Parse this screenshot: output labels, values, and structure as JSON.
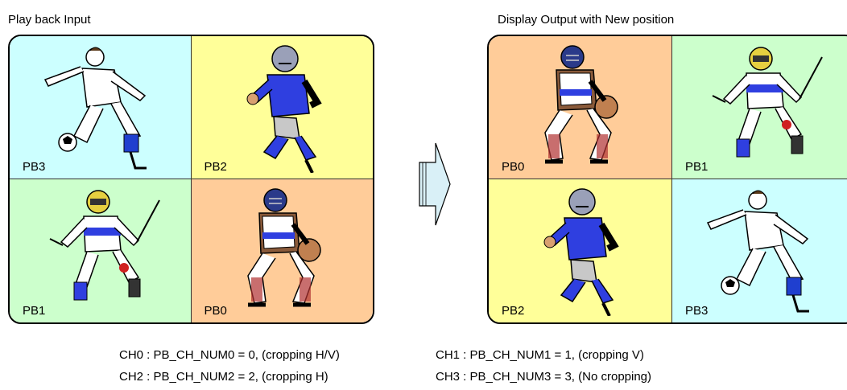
{
  "titles": {
    "left": "Play back Input",
    "right": "Display Output with New position"
  },
  "left_panel": {
    "cells": [
      {
        "label": "PB3",
        "bg": "#ccffff",
        "figure": "soccer-player"
      },
      {
        "label": "PB2",
        "bg": "#ffff99",
        "figure": "football-player"
      },
      {
        "label": "PB1",
        "bg": "#ccffcc",
        "figure": "skier"
      },
      {
        "label": "PB0",
        "bg": "#ffcc99",
        "figure": "baseball-catcher"
      }
    ]
  },
  "right_panel": {
    "cells": [
      {
        "label": "PB0",
        "bg": "#ffcc99",
        "figure": "baseball-catcher"
      },
      {
        "label": "PB1",
        "bg": "#ccffcc",
        "figure": "skier"
      },
      {
        "label": "PB2",
        "bg": "#ffff99",
        "figure": "football-player"
      },
      {
        "label": "PB3",
        "bg": "#ccffff",
        "figure": "soccer-player"
      }
    ]
  },
  "arrow": {
    "fill": "#d9f0f7",
    "stroke": "#000000",
    "icon": "right-arrow-icon"
  },
  "captions": {
    "ch0": "CH0 : PB_CH_NUM0 = 0, (cropping H/V)",
    "ch1": "CH1 : PB_CH_NUM1 = 1, (cropping V)",
    "ch2": "CH2 : PB_CH_NUM2 = 2, (cropping H)",
    "ch3": "CH3 : PB_CH_NUM3 = 3, (No cropping)"
  }
}
